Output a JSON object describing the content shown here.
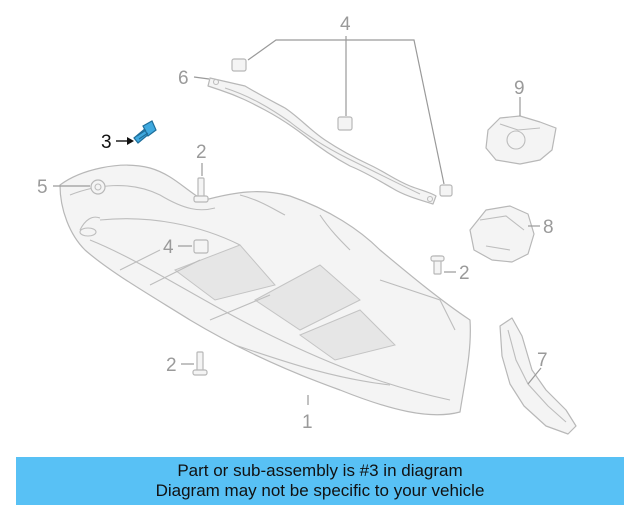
{
  "callouts": {
    "c1": "1",
    "c2a": "2",
    "c2b": "2",
    "c2c": "2",
    "c3": "3",
    "c4a": "4",
    "c4b": "4",
    "c5": "5",
    "c6": "6",
    "c7": "7",
    "c8": "8",
    "c9": "9"
  },
  "highlight_color": "#3fa9df",
  "banner": {
    "line1": "Part or sub-assembly is #3 in diagram",
    "line2": "Diagram may not be specific to your vehicle",
    "color": "#58c1f5"
  }
}
